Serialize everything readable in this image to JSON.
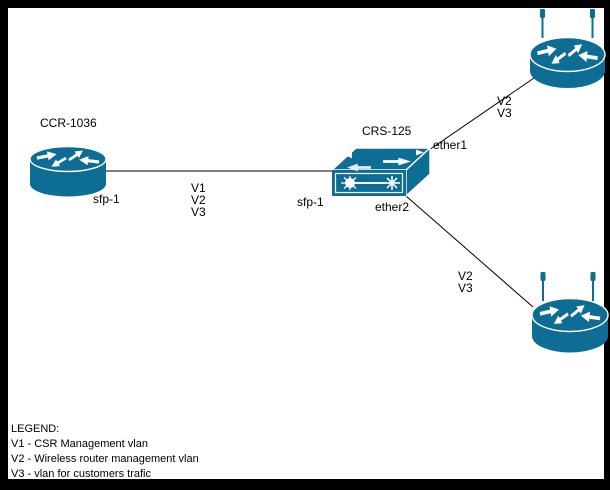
{
  "colors": {
    "device": "#0d6d95",
    "line": "#000000",
    "background": "#ffffff",
    "frame": "#000000",
    "text": "#000000"
  },
  "nodes": {
    "ccr": {
      "label": "CCR-1036",
      "port": "sfp-1",
      "icon": "router-icon"
    },
    "crs": {
      "label": "CRS-125",
      "port_left": "sfp-1",
      "port_top": "ether1",
      "port_bottom": "ether2",
      "icon": "layer3-switch-icon"
    },
    "wr1": {
      "icon": "wireless-router-icon"
    },
    "wr2": {
      "icon": "wireless-router-icon"
    }
  },
  "links": {
    "ccr_crs": {
      "labels": [
        "V1",
        "V2",
        "V3"
      ]
    },
    "crs_wr1": {
      "labels": [
        "V2",
        "V3"
      ]
    },
    "crs_wr2": {
      "labels": [
        "V2",
        "V3"
      ]
    }
  },
  "legend": {
    "title": "LEGEND:",
    "items": [
      "V1 - CSR Management vlan",
      "V2 - Wireless router management vlan",
      "V3 - vlan for customers trafic"
    ]
  }
}
